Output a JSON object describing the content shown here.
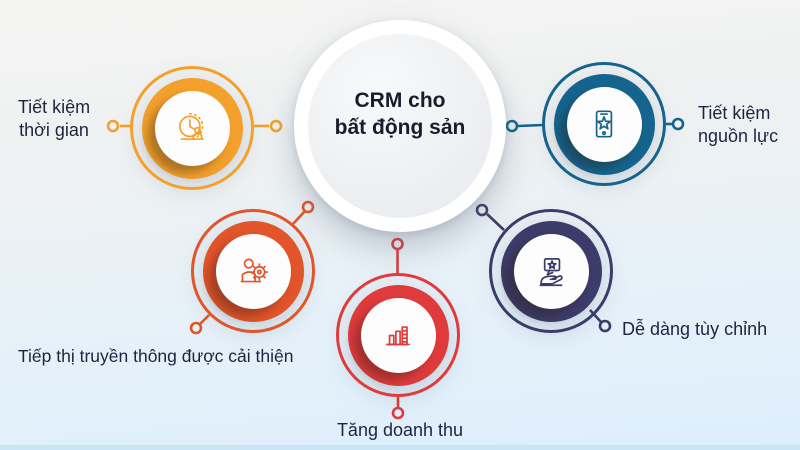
{
  "center": {
    "lines": [
      "CRM cho",
      "bất động sản"
    ]
  },
  "nodes": [
    {
      "id": "save-time",
      "color": "#F3A02C",
      "icon": "clock-person-icon",
      "lines": [
        "Tiết kiệm",
        "thời gian"
      ]
    },
    {
      "id": "save-resources",
      "color": "#15648E",
      "icon": "smartphone-star-icon",
      "lines": [
        "Tiết kiệm",
        "nguồn lực"
      ]
    },
    {
      "id": "improved-marketing",
      "color": "#E2542A",
      "icon": "person-gear-icon",
      "lines": [
        "Tiếp thị truyền thông được cải thiện"
      ]
    },
    {
      "id": "increase-revenue",
      "color": "#DF3B3D",
      "icon": "bar-chart-icon",
      "lines": [
        "Tăng doanh thu"
      ]
    },
    {
      "id": "easy-customize",
      "color": "#3D3B69",
      "icon": "hand-star-icon",
      "lines": [
        "Dễ dàng tùy chỉnh"
      ]
    }
  ],
  "ui": {
    "text_color": "#1C2540",
    "title_color": "#1A1C2E",
    "background_top": "#F4F4F2",
    "background_bottom": "#DDEEFB"
  }
}
